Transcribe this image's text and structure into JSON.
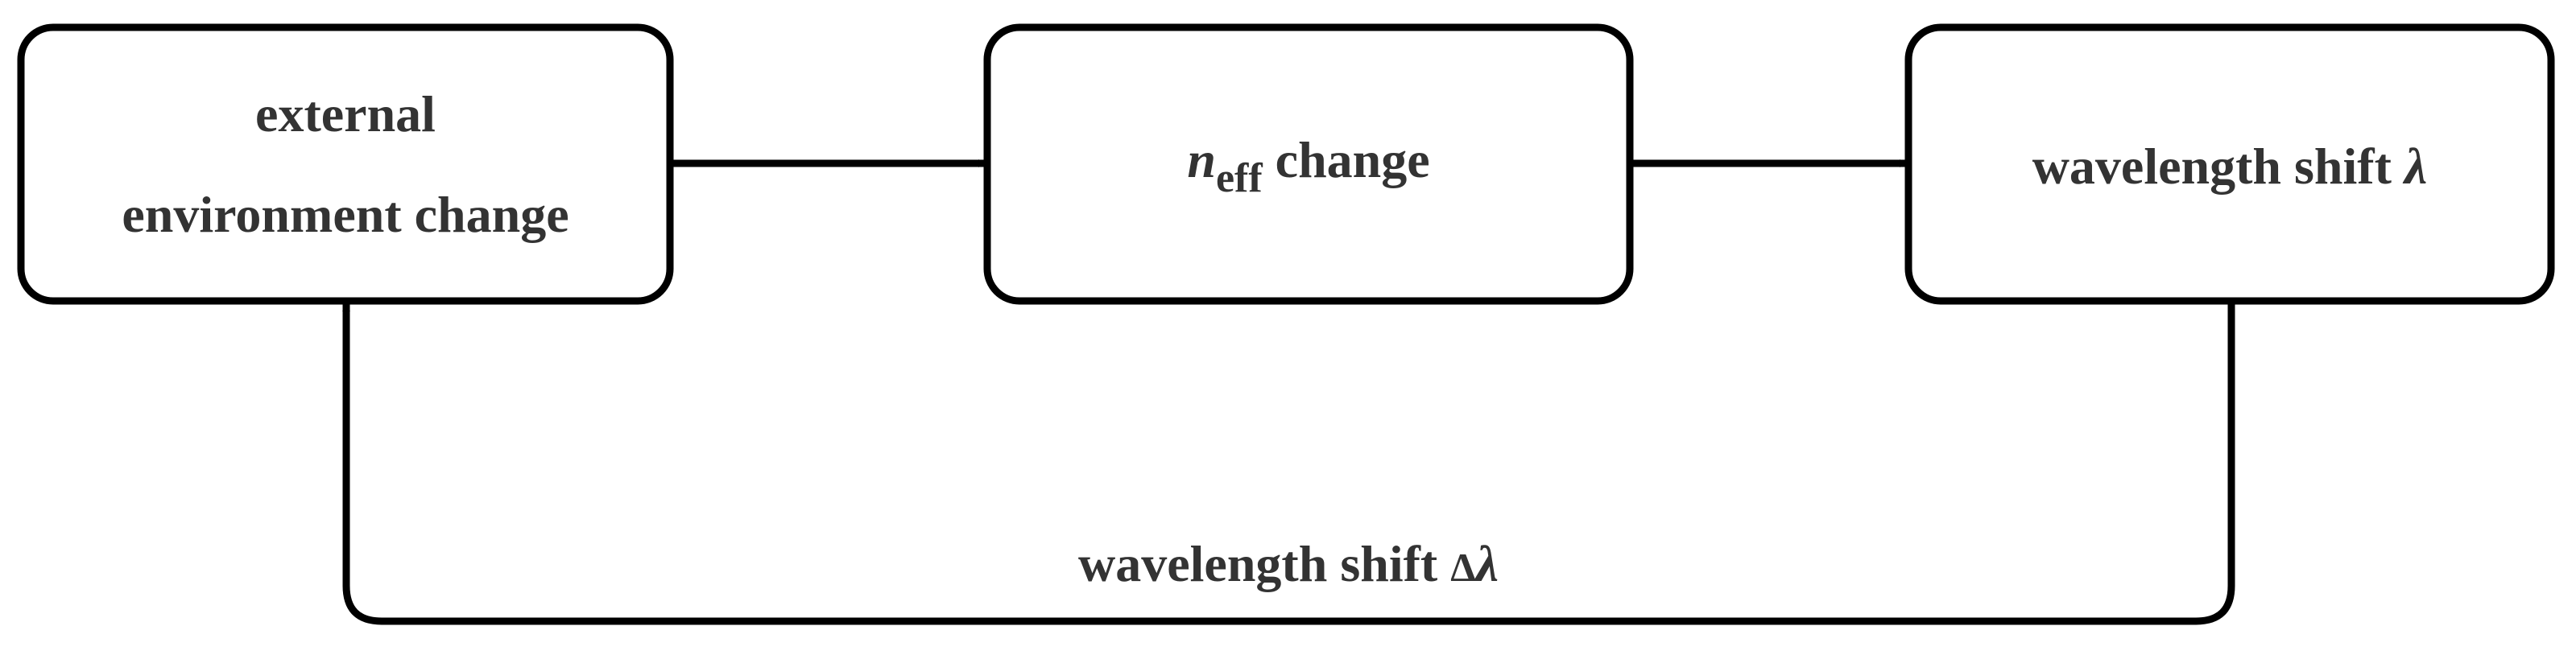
{
  "diagram": {
    "nodes": {
      "external": {
        "line1": "external",
        "line2": "environment change"
      },
      "neff": {
        "symbol": "n",
        "subscript": "eff",
        "text": "change"
      },
      "wavelength": {
        "text": "wavelength shift ",
        "symbol": "λ"
      }
    },
    "feedback": {
      "text": "wavelength shift ",
      "delta": "Δ",
      "symbol": "λ"
    }
  },
  "colors": {
    "stroke": "#000000",
    "text": "#333333",
    "background": "#ffffff"
  }
}
